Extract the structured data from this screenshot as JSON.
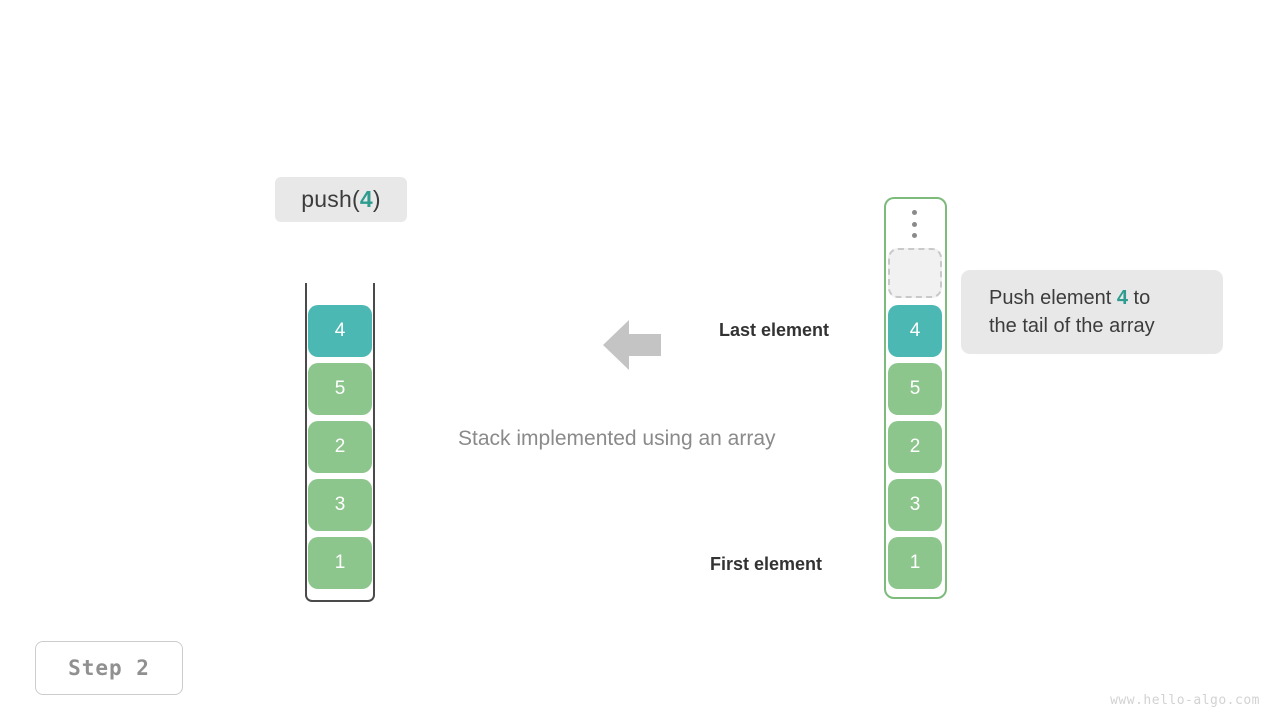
{
  "operation": {
    "prefix": "push(",
    "value": "4",
    "suffix": ")"
  },
  "stack": {
    "caption": "Stack implemented using an array",
    "blocks": [
      {
        "value": "4",
        "color": "teal"
      },
      {
        "value": "5",
        "color": "green"
      },
      {
        "value": "2",
        "color": "green"
      },
      {
        "value": "3",
        "color": "green"
      },
      {
        "value": "1",
        "color": "green"
      }
    ]
  },
  "array": {
    "ellipsis_icon": "vertical-ellipsis-icon",
    "empty_slot_label": "",
    "blocks": [
      {
        "value": "4",
        "color": "teal"
      },
      {
        "value": "5",
        "color": "green"
      },
      {
        "value": "2",
        "color": "green"
      },
      {
        "value": "3",
        "color": "green"
      },
      {
        "value": "1",
        "color": "green"
      }
    ]
  },
  "annotations": {
    "last_element": "Last element",
    "first_element": "First element",
    "arrow_icon": "left-arrow-icon"
  },
  "callout": {
    "line1_before": "Push element ",
    "line1_accent": "4",
    "line1_after": " to",
    "line2": "the tail of the array"
  },
  "step": {
    "label": "Step 2"
  },
  "watermark": {
    "text": "www.hello-algo.com"
  },
  "colors": {
    "teal": "#4cb8b3",
    "green": "#8cc68c",
    "accent_text": "#2e9c8e",
    "array_border": "#7cbb7c",
    "arrow": "#c4c4c4",
    "chip_bg": "#e8e8e8"
  }
}
